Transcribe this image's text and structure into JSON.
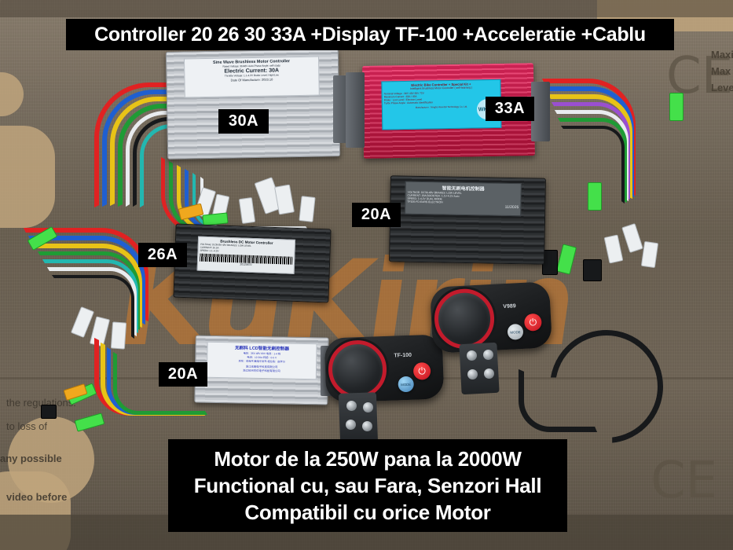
{
  "overlay": {
    "title": "Controller 20 26 30 33A +Display TF-100 +Acceleratie +Cablu",
    "footer_lines": [
      "Motor de la 250W pana la 2000W",
      "Functional cu, sau Fara, Senzori Hall",
      "Compatibil cu orice Motor"
    ],
    "badges": [
      {
        "label": "30A"
      },
      {
        "label": "33A"
      },
      {
        "label": "20A"
      },
      {
        "label": "26A"
      },
      {
        "label": "20A"
      }
    ]
  },
  "products": {
    "silver_controller_30a": {
      "label_lines": [
        "Sine Wave Brushless Motor Controller",
        "Rated Voltage: 36/48V Auto        Phase Angle: self-study",
        "Electric Current: 30A",
        "Throttle Voltage: 1.1-4.2V        Brake Level: High/Low",
        "Date Of Manufacture:  2023.10"
      ]
    },
    "red_controller_33a": {
      "label_lines": [
        "Electric Bike Controller + Special Kit +",
        "Intelligent Brushless Motor Controller ( self-learning )",
        "Nominal Voltage : 36V 48V 60V 72V",
        "Maximum Current : 33A / 45A",
        "Brake : Low Level / Electron Level",
        "Turtle Phase Angle : Automatic Identification",
        "Manufacturer : Ningbo Wuxi Bit Technology Co. Ltd."
      ],
      "logo_text": "WKGN"
    },
    "black_controller_20a": {
      "label_lines": [
        "智能无刷电机控制器",
        "VOLTAGE: DC36-48V   BRAKES:  LOW LEVEL",
        "CURRENT:  20A   BOOSTER: 1.1V-4.2V Auto",
        "SPEED:  1-4.2V DUAL MODE",
        "TF100-FD-EARS ELECTRON",
        "11/2025"
      ],
      "date": "11/2025"
    },
    "black_controller_26a": {
      "label_lines": [
        "Brushless DC Motor Controller",
        "VOLTAGE: DC36/36-48V          BRAKES: LOW LEVEL",
        "CURRENT: 26.5A",
        "SPEED: 1.1~4.2V"
      ],
      "barcode_number": "20120670"
    },
    "white_controller_20a": {
      "label_lines": [
        "无刷科   LCD智能无刷控制器",
        "电压：36V 48V 60V            电流：1-4 档",
        "电流：12-20A                       转把：0-5 V",
        "刹车：低电平/高电平刹车     相位角：自学习",
        "浙江无刷电子科技有限公司",
        "浙江杭州杰信电子科技有限公司"
      ]
    },
    "display_tf100": {
      "model_text": "TF-100",
      "power_icon": "power-icon",
      "mode_label": "MODE"
    },
    "display_v989": {
      "model_text": "V989",
      "power_icon": "power-icon",
      "mode_label": "MODE"
    }
  },
  "background": {
    "brand_watermark": "KuKirin",
    "ce_mark": "CE",
    "right_notes": [
      "Maxi",
      "Max",
      "Leve"
    ],
    "left_notes": [
      "the regulations.",
      "to loss of",
      "any possible",
      "video before"
    ]
  },
  "colors": {
    "overlay_bg": "#000000",
    "overlay_text": "#ffffff",
    "red_controller": "#c9133f",
    "cyan_label": "#23c6e8",
    "brand_orange": "#c8792f",
    "cardboard": "#6f6354"
  }
}
